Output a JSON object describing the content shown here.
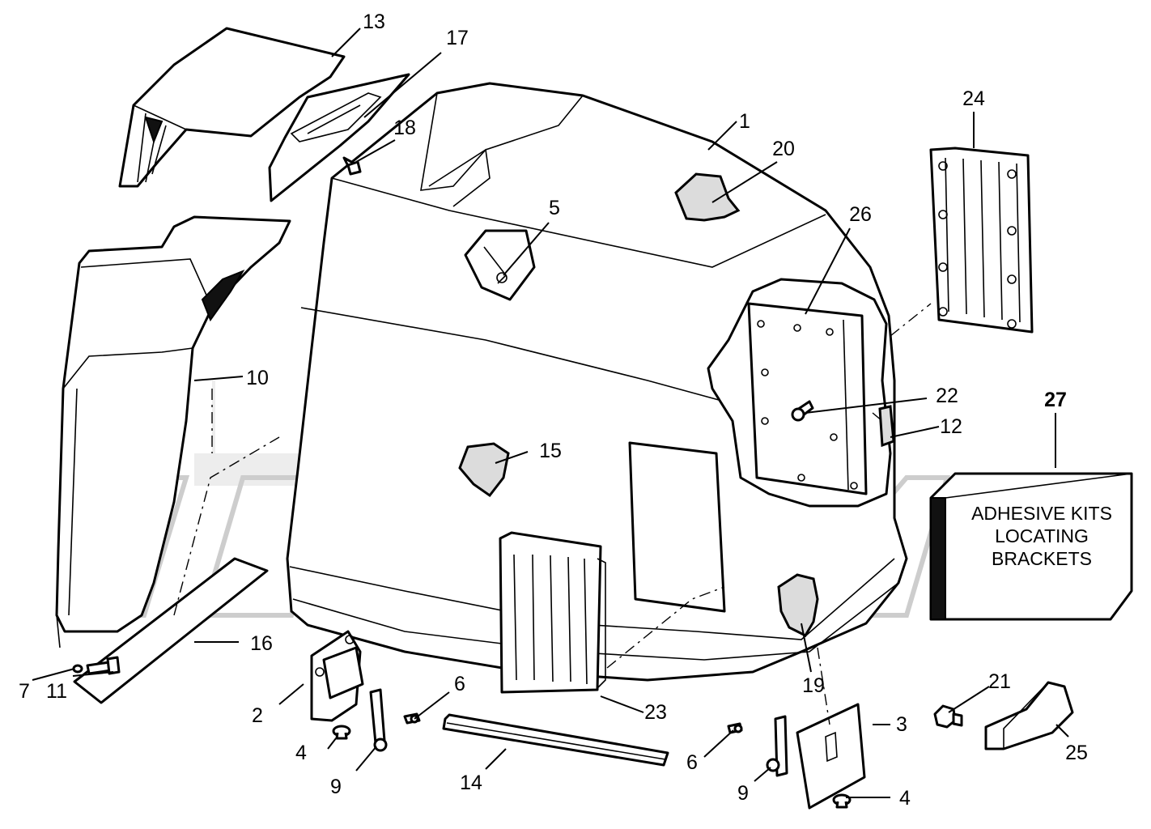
{
  "diagram": {
    "kit_box": {
      "callout": "27",
      "lines": [
        "ADHESIVE KITS",
        "LOCATING",
        "BRACKETS"
      ]
    },
    "callouts": [
      {
        "id": "1",
        "label": "1"
      },
      {
        "id": "2",
        "label": "2"
      },
      {
        "id": "3",
        "label": "3"
      },
      {
        "id": "4a",
        "label": "4"
      },
      {
        "id": "4b",
        "label": "4"
      },
      {
        "id": "5",
        "label": "5"
      },
      {
        "id": "6a",
        "label": "6"
      },
      {
        "id": "6b",
        "label": "6"
      },
      {
        "id": "7",
        "label": "7"
      },
      {
        "id": "9a",
        "label": "9"
      },
      {
        "id": "9b",
        "label": "9"
      },
      {
        "id": "10",
        "label": "10"
      },
      {
        "id": "11",
        "label": "11"
      },
      {
        "id": "12",
        "label": "12"
      },
      {
        "id": "13",
        "label": "13"
      },
      {
        "id": "14",
        "label": "14"
      },
      {
        "id": "15",
        "label": "15"
      },
      {
        "id": "16",
        "label": "16"
      },
      {
        "id": "17",
        "label": "17"
      },
      {
        "id": "18",
        "label": "18"
      },
      {
        "id": "19",
        "label": "19"
      },
      {
        "id": "20",
        "label": "20"
      },
      {
        "id": "21",
        "label": "21"
      },
      {
        "id": "22",
        "label": "22"
      },
      {
        "id": "23",
        "label": "23"
      },
      {
        "id": "24",
        "label": "24"
      },
      {
        "id": "25",
        "label": "25"
      },
      {
        "id": "26",
        "label": "26"
      }
    ]
  }
}
